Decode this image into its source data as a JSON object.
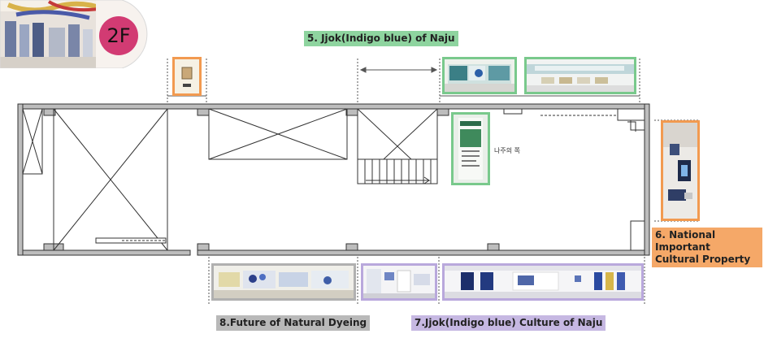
{
  "floor": {
    "badge": "2F"
  },
  "labels": {
    "zone5": "5. Jjok(Indigo blue) of Naju",
    "zone6_line1": "6. National Important",
    "zone6_line2": "Cultural Property",
    "zone7": "7.Jjok(Indigo blue) Culture of Naju",
    "zone8": "8.Future of Natural Dyeing"
  },
  "plan_text": {
    "korean_label": "나주의 쪽"
  },
  "colors": {
    "zone5": "#8ed49f",
    "zone6": "#f5a868",
    "zone7": "#c6b8e2",
    "zone8": "#b9b9b9",
    "badge": "#d23b73"
  }
}
